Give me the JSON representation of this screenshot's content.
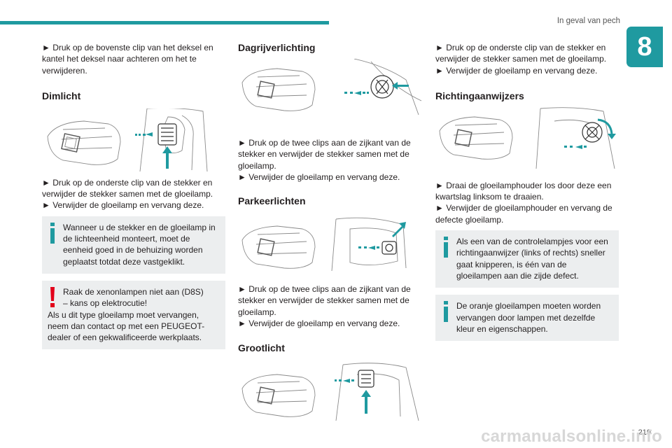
{
  "header": {
    "section_title": "In geval van pech",
    "chapter_number": "8"
  },
  "col1": {
    "intro": "► Druk op de bovenste clip van het deksel en kantel het deksel naar achteren om het te verwijderen.",
    "dimlicht": {
      "heading": "Dimlicht",
      "step1": "► Druk op de onderste clip van de stekker en verwijder de stekker samen met de gloeilamp.",
      "step2": "► Verwijder de gloeilamp en vervang deze.",
      "info_note": "Wanneer u de stekker en de gloeilamp in de lichteenheid monteert, moet de eenheid goed in de behuizing worden geplaatst totdat deze vastgeklikt.",
      "warning_line1": "Raak de xenonlampen niet aan (D8S)",
      "warning_line2": "– kans op elektrocutie!",
      "warning_line3": "Als u dit type gloeilamp moet vervangen, neem dan contact op met een PEUGEOT-dealer of een gekwalificeerde werkplaats."
    }
  },
  "col2": {
    "dagrij": {
      "heading": "Dagrijverlichting",
      "step1": "► Druk op de twee clips aan de zijkant van de stekker en verwijder de stekker samen met de gloeilamp.",
      "step2": "► Verwijder de gloeilamp en vervang deze."
    },
    "parkeer": {
      "heading": "Parkeerlichten",
      "step1": "► Druk op de twee clips aan de zijkant van de stekker en verwijder de stekker samen met de gloeilamp.",
      "step2": "► Verwijder de gloeilamp en vervang deze."
    },
    "groot": {
      "heading": "Grootlicht"
    }
  },
  "col3": {
    "intro1": "► Druk op de onderste clip van de stekker en verwijder de stekker samen met de gloeilamp.",
    "intro2": "► Verwijder de gloeilamp en vervang deze.",
    "richting": {
      "heading": "Richtingaanwijzers",
      "step1": "► Draai de gloeilamphouder los door deze een kwartslag linksom te draaien.",
      "step2": "► Verwijder de gloeilamphouder en vervang de defecte gloeilamp.",
      "note1": "Als een van de controlelampjes voor een richtingaanwijzer (links of rechts) sneller gaat knipperen, is één van de gloeilampen aan die zijde defect.",
      "note2": "De oranje gloeilampen moeten worden vervangen door lampen met dezelfde kleur en eigenschappen."
    }
  },
  "footer": {
    "url": "carmanualsonline.info",
    "page_number": "219"
  },
  "colors": {
    "accent": "#1f9aa0",
    "warning": "#e2001a",
    "note_bg": "#eceeef"
  },
  "icons": [
    "info-icon",
    "warning-icon",
    "headlamp-illustration",
    "arrow-icon"
  ]
}
